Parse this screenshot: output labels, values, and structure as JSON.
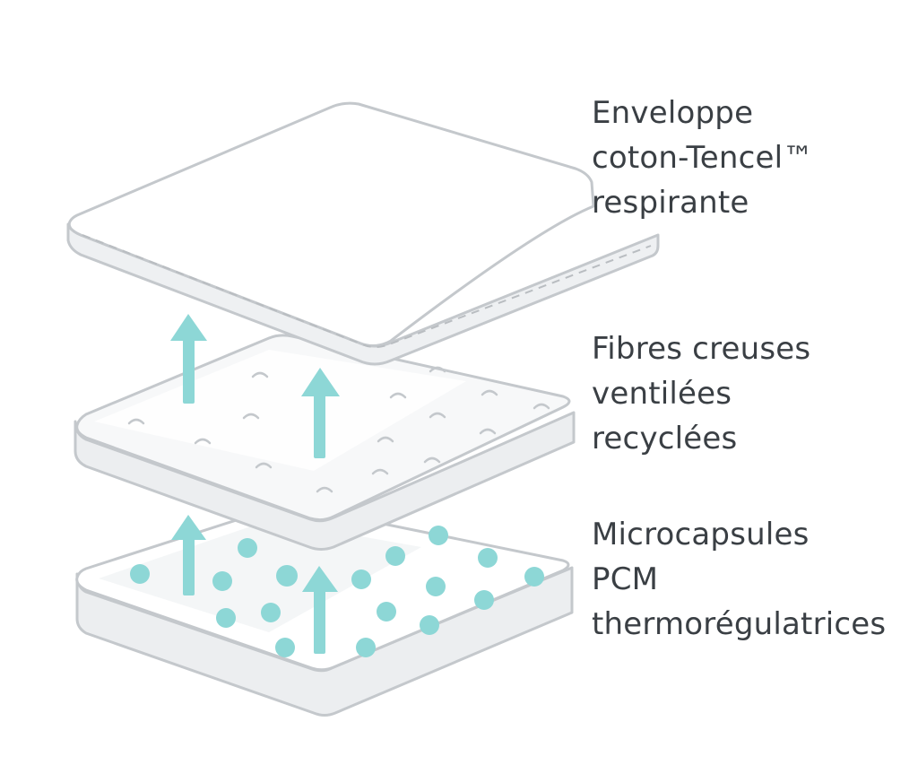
{
  "layers": [
    {
      "id": "envelope",
      "label_lines": [
        "Enveloppe",
        "coton-Tencel™",
        "respirante"
      ]
    },
    {
      "id": "fibres",
      "label_lines": [
        "Fibres creuses",
        "ventilées",
        "recyclées"
      ]
    },
    {
      "id": "microcapsules",
      "label_lines": [
        "Microcapsules",
        "PCM",
        "thermorégulatrices"
      ]
    }
  ],
  "colors": {
    "accent": "#8dd7d6",
    "outline": "#c4c8cc",
    "text": "#3a3f44",
    "side_face": "#eceef0",
    "panel_top": "#f7f8f9"
  },
  "icons": [
    "up-arrow-icon"
  ]
}
